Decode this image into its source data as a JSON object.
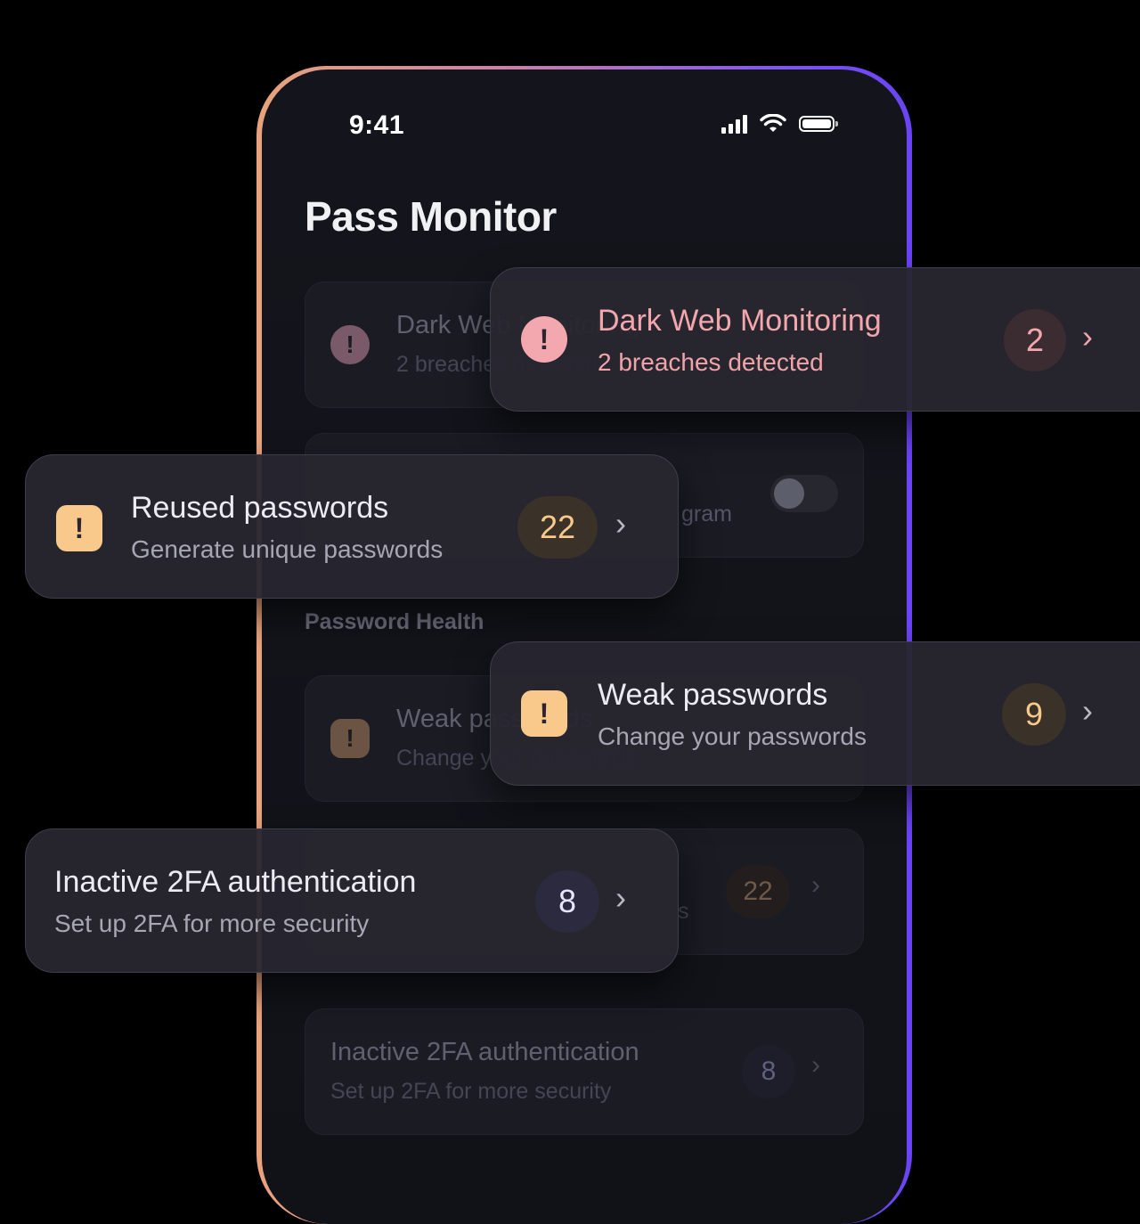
{
  "status_bar": {
    "time": "9:41"
  },
  "app": {
    "title": "Pass Monitor",
    "section_password_health": "Password Health"
  },
  "background_rows": [
    {
      "title": "Dark Web Monitoring",
      "subtitle": "2 breaches detected",
      "icon": "exclamation-icon"
    },
    {
      "subtitle_fragment": "gram"
    },
    {
      "title": "Weak passwords",
      "subtitle": "Change your passwords",
      "icon": "exclamation-icon"
    },
    {
      "badge": "22",
      "subtitle_fragment": "s"
    },
    {
      "title": "Inactive 2FA authentication",
      "subtitle": "Set up 2FA for more security",
      "badge": "8"
    }
  ],
  "cards": {
    "dark_web": {
      "title": "Dark Web Monitoring",
      "subtitle": "2 breaches detected",
      "badge": "2",
      "icon_glyph": "!",
      "accent": "#f3a7ae"
    },
    "reused": {
      "title": "Reused passwords",
      "subtitle": "Generate unique passwords",
      "badge": "22",
      "icon_glyph": "!",
      "accent": "#f8c98a"
    },
    "weak": {
      "title": "Weak passwords",
      "subtitle": "Change your passwords",
      "badge": "9",
      "icon_glyph": "!",
      "accent": "#f8c98a"
    },
    "inactive_2fa": {
      "title": "Inactive 2FA authentication",
      "subtitle": "Set up 2FA for more security",
      "badge": "8",
      "accent": "#c9c8ff"
    }
  },
  "chevron_glyph": "›"
}
